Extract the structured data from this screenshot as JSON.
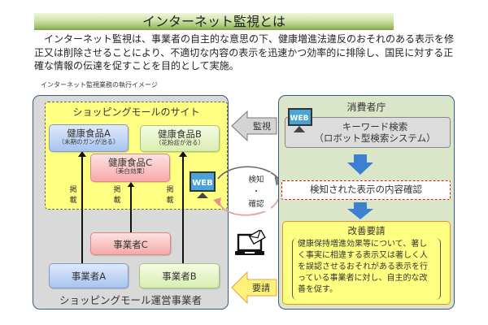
{
  "header": {
    "title": "インターネット監視とは"
  },
  "intro": {
    "text": "インターネット監視は、事業者の自主的な意思の下、健康増進法違反のおそれのある表示を修正又は削除させることにより、不適切な内容の表示を迅速かつ効率的に排除し、国民に対する正確な情報の伝達を促すことを目的として実施。"
  },
  "caption": "インターネット監視業務の執行イメージ",
  "mall": {
    "site_title": "ショッピングモールのサイト",
    "products": [
      {
        "name": "健康食品A",
        "claim": "（末期のガンが治る）"
      },
      {
        "name": "健康食品B",
        "claim": "（花粉症が治る）"
      },
      {
        "name": "健康食品C",
        "claim": "（美白効果）"
      }
    ],
    "listing_label": "掲載",
    "businesses": [
      "事業者A",
      "事業者B",
      "事業者C"
    ],
    "operator_label": "ショッピングモール運営事業者"
  },
  "flow": {
    "monitor_label": "監視",
    "detect_label_1": "検知",
    "detect_dot": "・",
    "detect_label_2": "確認",
    "request_label": "要請",
    "web_label": "WEB"
  },
  "agency": {
    "title": "消費者庁",
    "keyword_search": "キーワード検索",
    "robot_system": "（ロボット型検索システム）",
    "confirm": "検知された表示の内容確認",
    "improvement_title": "改善要請",
    "improvement_text": "健康保持増進効果等について、著しく事実に相違する表示又は著しく人を誤認させるおそれがある表示を行っている事業者に対し、自主的な改善を促す。"
  },
  "colors": {
    "title_bar": "#9dbd66",
    "mall_frame_bg": "#d9d9d9",
    "site_bg": "#ffff82",
    "agency_bg": "#dbe6c8",
    "product_a": "#a8c4ef",
    "product_b": "#d9eeb0",
    "product_c": "#f7a9a9",
    "flow_arrow_blue": "#3d7fd0",
    "confirm_border": "#d42020",
    "kaizen_border": "#e8902a",
    "request_arrow": "#fff27a"
  }
}
